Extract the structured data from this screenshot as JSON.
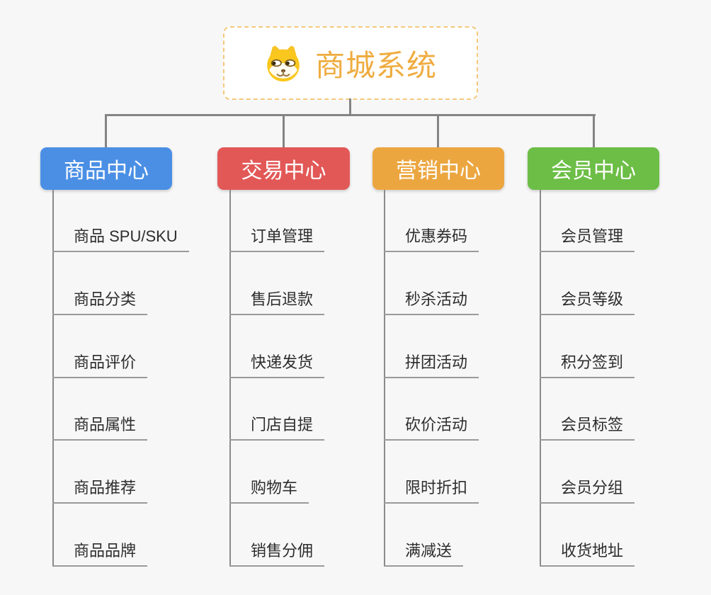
{
  "root": {
    "title": "商城系统",
    "icon": "shiba-dog-icon"
  },
  "branches": [
    {
      "label": "商品中心",
      "color": "#4b8fe5",
      "items": [
        "商品 SPU/SKU",
        "商品分类",
        "商品评价",
        "商品属性",
        "商品推荐",
        "商品品牌"
      ]
    },
    {
      "label": "交易中心",
      "color": "#e25857",
      "items": [
        "订单管理",
        "售后退款",
        "快递发货",
        "门店自提",
        "购物车",
        "销售分佣"
      ]
    },
    {
      "label": "营销中心",
      "color": "#eca640",
      "items": [
        "优惠券码",
        "秒杀活动",
        "拼团活动",
        "砍价活动",
        "限时折扣",
        "满减送"
      ]
    },
    {
      "label": "会员中心",
      "color": "#6cbe46",
      "items": [
        "会员管理",
        "会员等级",
        "积分签到",
        "会员标签",
        "会员分组",
        "收货地址"
      ]
    }
  ],
  "colors": {
    "background": "#f7f7f7",
    "connector": "#848484",
    "leaf_underline": "#9a9a9a",
    "root_border": "#f4c87c",
    "root_title": "#efac40",
    "leaf_text": "#2d2d2d"
  }
}
